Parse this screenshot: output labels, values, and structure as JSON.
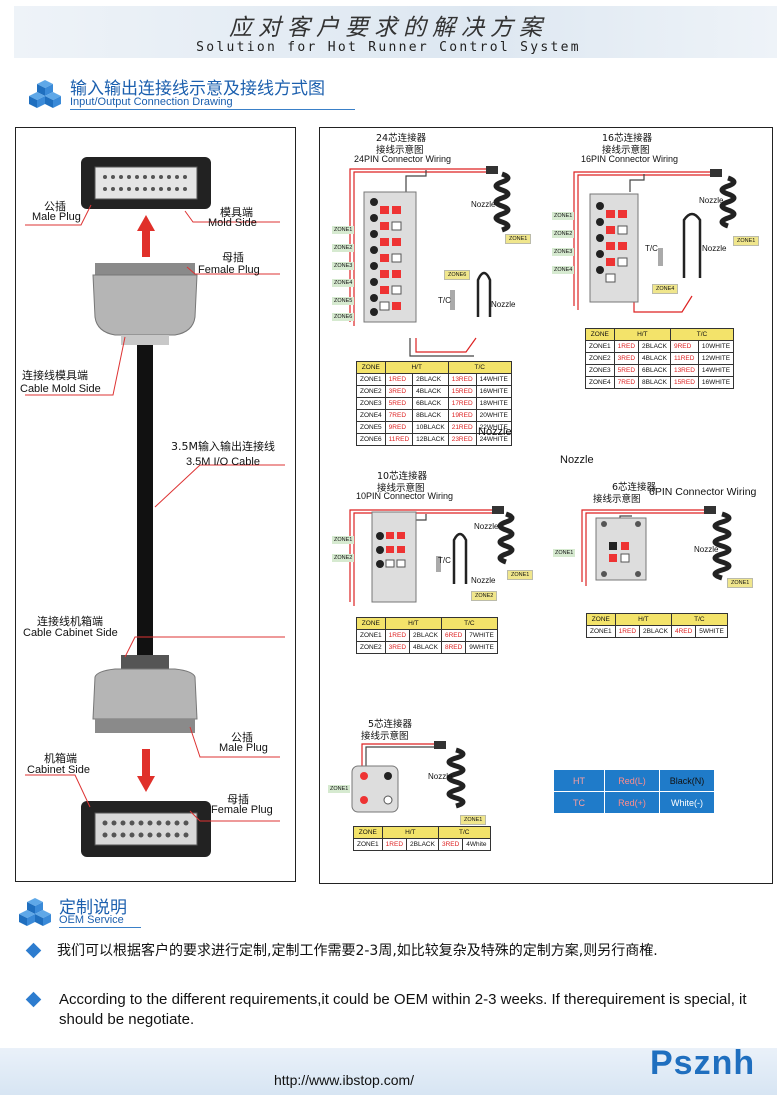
{
  "header": {
    "title_cn": "应对客户要求的解决方案",
    "title_en": "Solution for Hot Runner Control System"
  },
  "section1": {
    "title_cn": "输入输出连接线示意及接线方式图",
    "title_en": "Input/Output Connection Drawing"
  },
  "left_panel": {
    "male_plug_cn": "公插",
    "male_plug_en": "Male Plug",
    "mold_side_cn": "模具端",
    "mold_side_en": "Mold Side",
    "female_plug_cn": "母插",
    "female_plug_en": "Female Plug",
    "cable_mold_cn": "连接线模具端",
    "cable_mold_en": "Cable Mold Side",
    "cable_cn": "3.5M输入输出连接线",
    "cable_en": "3.5M I/O Cable",
    "cable_cabinet_cn": "连接线机箱端",
    "cable_cabinet_en": "Cable Cabinet Side",
    "male_plug2_cn": "公插",
    "male_plug2_en": "Male Plug",
    "cabinet_side_cn": "机箱端",
    "cabinet_side_en": "Cabinet Side",
    "female_plug2_cn": "母插",
    "female_plug2_en": "Female Plug"
  },
  "diagrams": {
    "d24": {
      "title_cn1": "24芯连接器",
      "title_cn2": "接线示意图",
      "title_en": "24PIN Connector Wiring",
      "nozzle": "Nozzle",
      "nozzle2": "Nozzle",
      "tc": "T/C",
      "zone_tag1": "ZONE1",
      "zone_tag6": "ZONE6",
      "zones": [
        "ZONE1",
        "ZONE2",
        "ZONE3",
        "ZONE4",
        "ZONE5",
        "ZONE6"
      ],
      "table": {
        "headers": [
          "ZONE",
          "H/T",
          "T/C"
        ],
        "rows": [
          [
            "ZONE1",
            "1RED",
            "2BLACK",
            "13RED",
            "14WHITE"
          ],
          [
            "ZONE2",
            "3RED",
            "4BLACK",
            "15RED",
            "16WHITE"
          ],
          [
            "ZONE3",
            "5RED",
            "6BLACK",
            "17RED",
            "18WHITE"
          ],
          [
            "ZONE4",
            "7RED",
            "8BLACK",
            "19RED",
            "20WHITE"
          ],
          [
            "ZONE5",
            "9RED",
            "10BLACK",
            "21RED",
            "22WHITE"
          ],
          [
            "ZONE6",
            "11RED",
            "12BLACK",
            "23RED",
            "24WHITE"
          ]
        ]
      },
      "nozzle_caption": "Nozzle"
    },
    "d16": {
      "title_cn1": "16芯连接器",
      "title_cn2": "接线示意图",
      "title_en": "16PIN Connector Wiring",
      "nozzle": "Nozzle",
      "nozzle2": "Nozzle",
      "tc": "T/C",
      "zone_tag1": "ZONE1",
      "zone_tag4": "ZONE4",
      "zones": [
        "ZONE1",
        "ZONE2",
        "ZONE3",
        "ZONE4"
      ],
      "table": {
        "headers": [
          "ZONE",
          "H/T",
          "T/C"
        ],
        "rows": [
          [
            "ZONE1",
            "1RED",
            "2BLACK",
            "9RED",
            "10WHITE"
          ],
          [
            "ZONE2",
            "3RED",
            "4BLACK",
            "11RED",
            "12WHITE"
          ],
          [
            "ZONE3",
            "5RED",
            "6BLACK",
            "13RED",
            "14WHITE"
          ],
          [
            "ZONE4",
            "7RED",
            "8BLACK",
            "15RED",
            "16WHITE"
          ]
        ]
      },
      "nozzle_caption": "Nozzle"
    },
    "d10": {
      "title_cn1": "10芯连接器",
      "title_cn2": "接线示意图",
      "title_en": "10PIN Connector Wiring",
      "nozzle": "Nozzle",
      "nozzle2": "Nozzle",
      "tc": "T/C",
      "zone_tag1": "ZONE1",
      "zone_tag2": "ZONE2",
      "zones": [
        "ZONE1",
        "ZONE2"
      ],
      "table": {
        "headers": [
          "ZONE",
          "H/T",
          "T/C"
        ],
        "rows": [
          [
            "ZONE1",
            "1RED",
            "2BLACK",
            "6RED",
            "7WHITE"
          ],
          [
            "ZONE2",
            "3RED",
            "4BLACK",
            "8RED",
            "9WHITE"
          ]
        ]
      }
    },
    "d6": {
      "title_cn1": "6芯连接器",
      "title_cn2": "接线示意图",
      "title_en": "6PIN Connector Wiring",
      "nozzle": "Nozzle",
      "zone_tag1": "ZONE1",
      "zones": [
        "ZONE1"
      ],
      "table": {
        "headers": [
          "ZONE",
          "H/T",
          "T/C"
        ],
        "rows": [
          [
            "ZONE1",
            "1RED",
            "2BLACK",
            "4RED",
            "5WHITE"
          ]
        ]
      }
    },
    "d5": {
      "title_cn1": "5芯连接器",
      "title_cn2": "接线示意图",
      "nozzle": "Nozzle",
      "zone_tag1": "ZONE1",
      "zones": [
        "ZONE1"
      ],
      "table": {
        "headers": [
          "ZONE",
          "H/T",
          "T/C"
        ],
        "rows": [
          [
            "ZONE1",
            "1RED",
            "2BLACK",
            "3RED",
            "4White"
          ]
        ]
      }
    },
    "legend": {
      "ht": "HT",
      "ht_pos": "Red(L)",
      "ht_neg": "Black(N)",
      "tc": "TC",
      "tc_pos": "Red(+)",
      "tc_neg": "White(-)"
    }
  },
  "section2": {
    "title_cn": "定制说明",
    "title_en": "OEM Service"
  },
  "oem": {
    "cn": "我们可以根据客户的要求进行定制,定制工作需要2-3周,如比较复杂及特殊的定制方案,则另行商榷.",
    "en": "According to the different requirements,it could be OEM within 2-3 weeks. If therequirement is special, it should be negotiate."
  },
  "footer": {
    "url": "http://www.ibstop.com/",
    "brand": "Psznh"
  },
  "colors": {
    "accent": "#1b5fae",
    "red_wire": "#d22222",
    "legend_bg": "#1f7bc9"
  }
}
